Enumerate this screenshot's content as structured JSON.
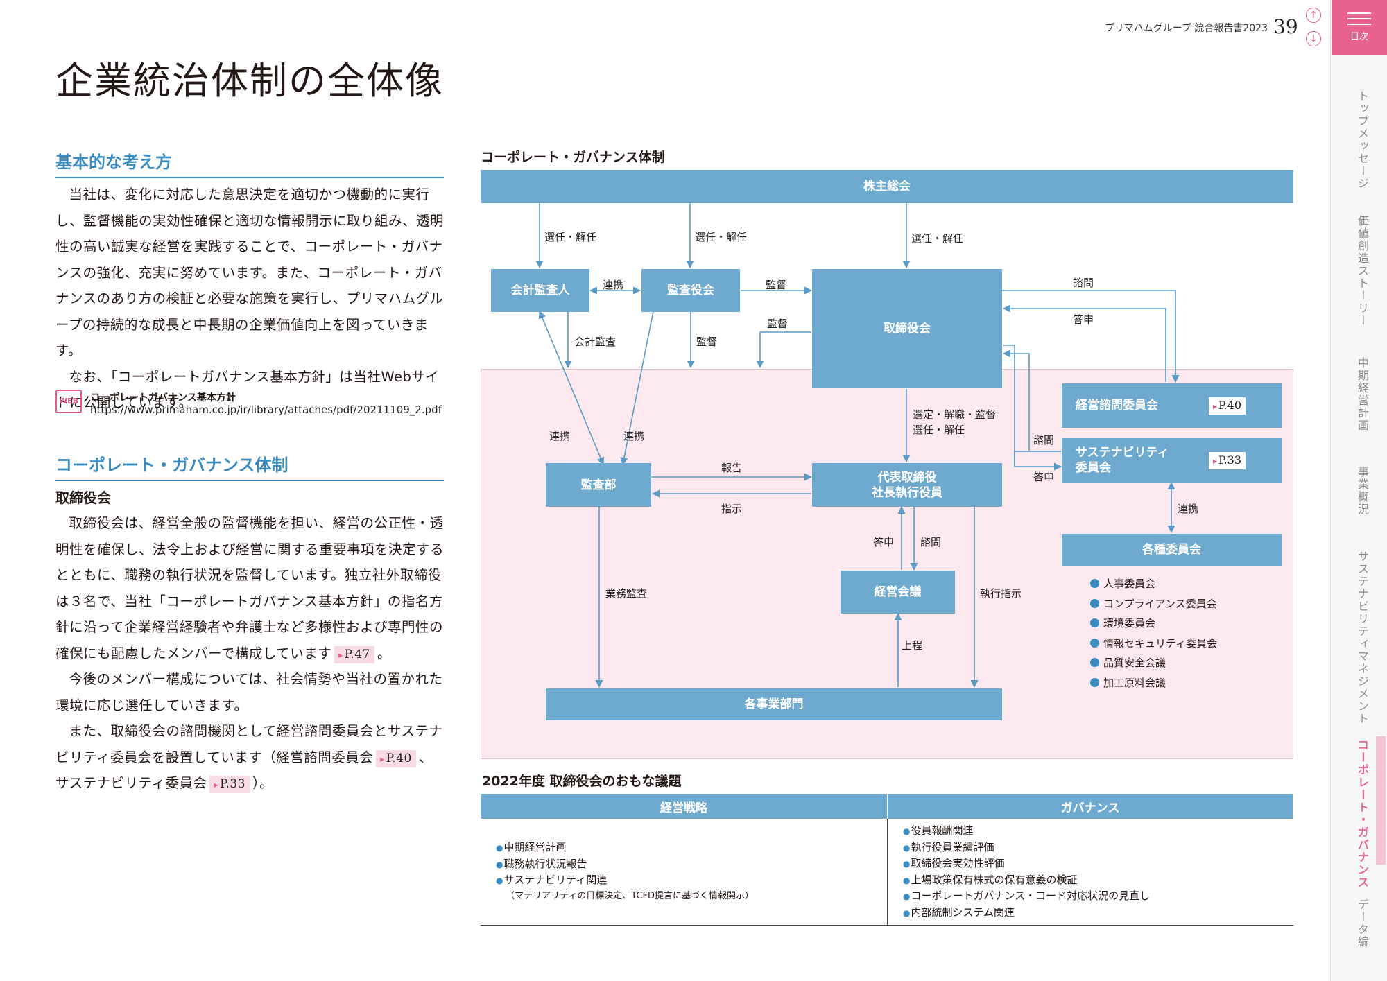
{
  "header": {
    "title": "プリマハムグループ 統合報告書2023",
    "page": "39",
    "up_icon": "arrow-up-icon",
    "down_icon": "arrow-down-icon"
  },
  "menu": {
    "label": "目次"
  },
  "nav": [
    "トップメッセージ",
    "価値創造ストーリー",
    "中期経営計画",
    "事業概況",
    "サステナビリティマネジメント",
    "コーポレート・ガバナンス",
    "データ編"
  ],
  "page_title": "企業統治体制の全体像",
  "section1": {
    "heading": "基本的な考え方",
    "p1": "当社は、変化に対応した意思決定を適切かつ機動的に実行し、監督機能の実効性確保と適切な情報開示に取り組み、透明性の高い誠実な経営を実践することで、コーポレート・ガバナンスの強化、充実に努めています。また、コーポレート・ガバナンスのあり方の検証と必要な施策を実行し、プリマハムグループの持続的な成長と中長期の企業価値向上を図っていきます。",
    "p2": "なお、「コーポレートガバナンス基本方針」は当社Webサイトに公開しています。",
    "web_icon": "WEB",
    "web_label": "コーポレートガバナンス基本方針",
    "web_url": "https://www.primaham.co.jp/ir/library/attaches/pdf/20211109_2.pdf"
  },
  "section2": {
    "heading": "コーポレート・ガバナンス体制",
    "subheading": "取締役会",
    "p1": "取締役会は、経営全般の監督機能を担い、経営の公正性・透明性を確保し、法令上および経営に関する重要事項を決定するとともに、職務の執行状況を監督しています。独立社外取締役は３名で、当社「コーポレートガバナンス基本方針」の指名方針に沿って企業経営経験者や弁護士など多様性および専門性の確保にも配慮したメンバーで構成しています",
    "p1_ref": "P.47",
    "p1_end": "。",
    "p2": "今後のメンバー構成については、社会情勢や当社の置かれた環境に応じ選任していきます。",
    "p3": "また、取締役会の諮問機関として経営諮問委員会とサステナビリティ委員会を設置しています（経営諮問委員会",
    "p3_ref1": "P.40",
    "p3_mid": "、サステナビリティ委員会",
    "p3_ref2": "P.33",
    "p3_end": "）。"
  },
  "diagram": {
    "title": "コーポレート・ガバナンス体制",
    "boxes": {
      "shareholders": "株主総会",
      "accounting_auditor": "会計監査人",
      "audit_board": "監査役会",
      "board": "取締役会",
      "advisory": "経営諮問委員会",
      "advisory_ref": "P.40",
      "sustainability_l1": "サステナビリティ",
      "sustainability_l2": "委員会",
      "sustainability_ref": "P.33",
      "audit_dept": "監査部",
      "ceo_l1": "代表取締役",
      "ceo_l2": "社長執行役員",
      "committees": "各種委員会",
      "mgmt_meeting": "経営会議",
      "divisions": "各事業部門"
    },
    "labels": {
      "elect1": "選任・解任",
      "elect2": "選任・解任",
      "elect3": "選任・解任",
      "coop_top": "連携",
      "supervise1": "監督",
      "supervise2": "監督",
      "consult1": "諮問",
      "report1": "答申",
      "acct_audit": "会計監査",
      "supervise3": "監督",
      "select_l1": "選定・解職・監督",
      "select_l2": "選任・解任",
      "consult2": "諮問",
      "report2": "答申",
      "coop_l": "連携",
      "coop_r": "連携",
      "report3": "報告",
      "instruct": "指示",
      "coop_comm": "連携",
      "report4": "答申",
      "consult3": "諮問",
      "biz_audit": "業務監査",
      "exec_instruct": "執行指示",
      "submit": "上程"
    },
    "committee_list": [
      "人事委員会",
      "コンプライアンス委員会",
      "環境委員会",
      "情報セキュリティ委員会",
      "品質安全会議",
      "加工原料会議"
    ]
  },
  "agenda": {
    "title": "2022年度 取締役会のおもな議題",
    "col1_header": "経営戦略",
    "col2_header": "ガバナンス",
    "col1": [
      "中期経営計画",
      "職務執行状況報告",
      "サステナビリティ関連"
    ],
    "col1_note": "（マテリアリティの目標決定、TCFD提言に基づく情報開示）",
    "col2": [
      "役員報酬関連",
      "執行役員業績評価",
      "取締役会実効性評価",
      "上場政策保有株式の保有意義の検証",
      "コーポレートガバナンス・コード対応状況の見直し",
      "内部統制システム関連"
    ]
  }
}
